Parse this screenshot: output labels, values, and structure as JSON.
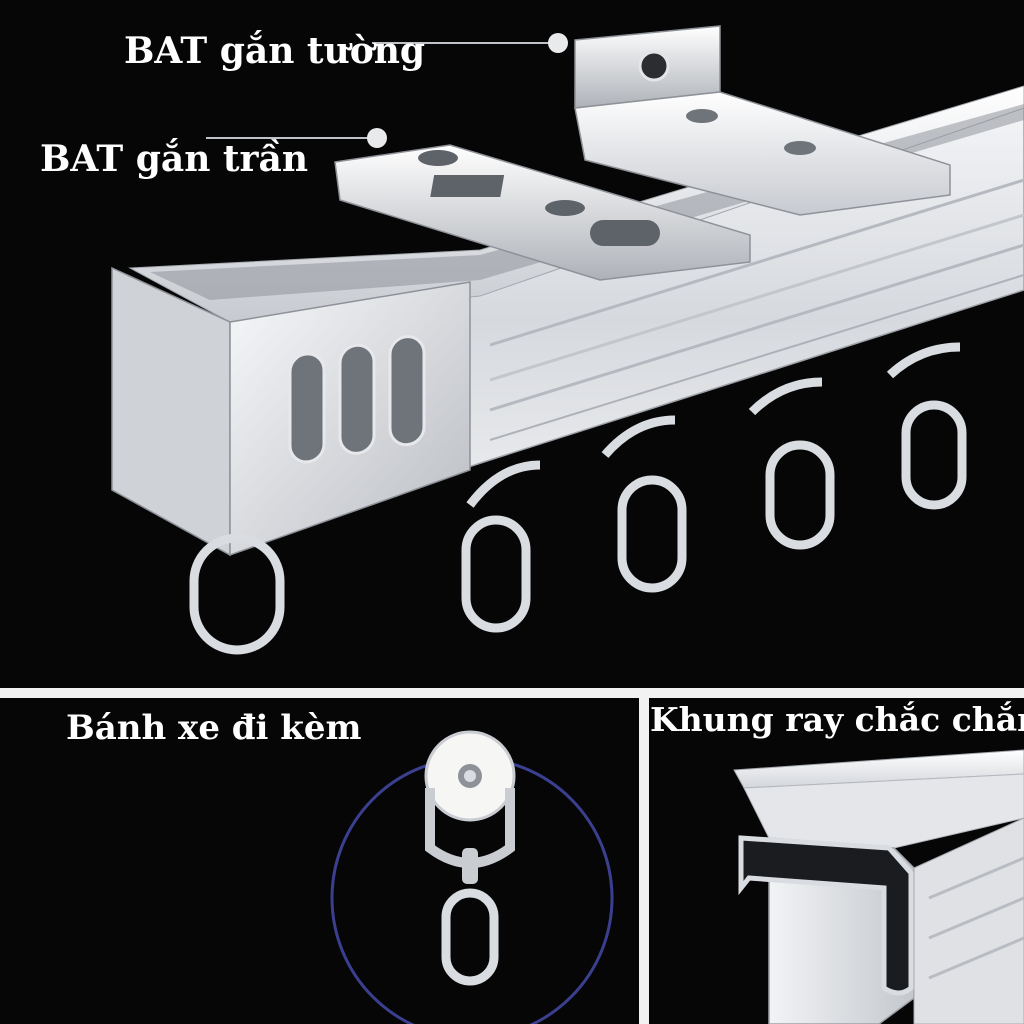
{
  "labels": {
    "wall_bracket": "BAT gắn tường",
    "ceiling_bracket": "BAT gắn trần",
    "included_wheel": "Bánh xe đi kèm",
    "sturdy_frame": "Khung ray chắc chắn"
  },
  "colors": {
    "background": "#000000",
    "divider": "#f2f2f2",
    "caption_text": "#ffffff",
    "metal_light": "#f4f5f7",
    "metal_mid": "#c9ccd1",
    "metal_dark": "#8e9298",
    "circle_outline": "#3a3f8f",
    "wheel_white": "#f6f6f4"
  },
  "icons": {
    "rail": "curtain-rail-illustration",
    "hook": "ring-hook-icon",
    "roller": "wheel-roller-icon",
    "profile": "rail-profile-illustration"
  }
}
